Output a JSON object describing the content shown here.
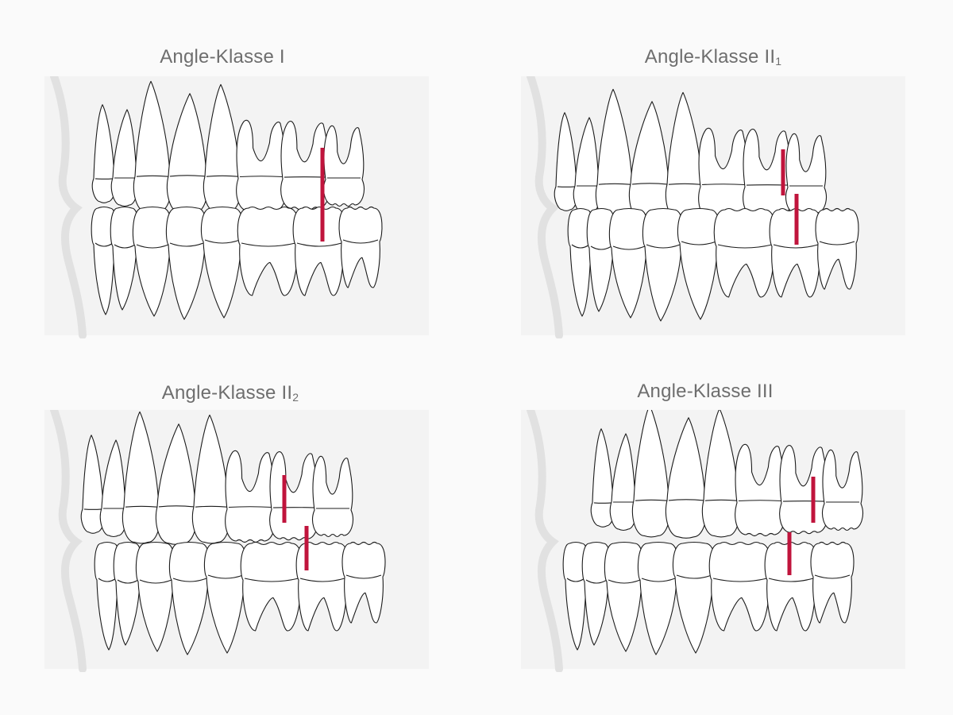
{
  "panels": [
    {
      "id": "class-1",
      "title": "Angle-Klasse I",
      "sub": ""
    },
    {
      "id": "class-2-1",
      "title": "Angle-Klasse II",
      "sub": "1"
    },
    {
      "id": "class-2-2",
      "title": "Angle-Klasse II",
      "sub": "2"
    },
    {
      "id": "class-3",
      "title": "Angle-Klasse III",
      "sub": ""
    }
  ],
  "colors": {
    "marker": "#c0143c",
    "title": "#6e6e6e",
    "panel_bg": "#f3f3f3",
    "outline": "#1c1c1c"
  }
}
